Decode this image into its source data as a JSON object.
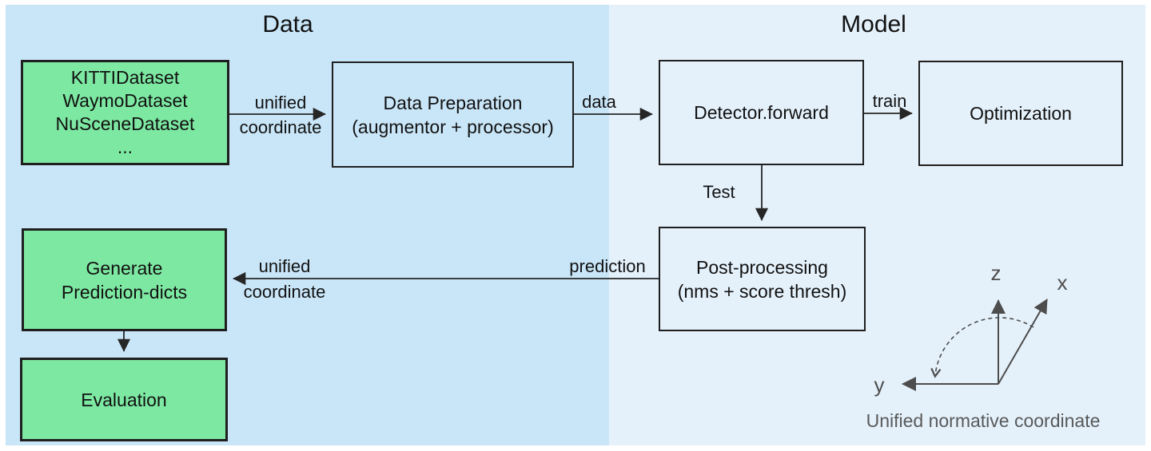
{
  "titles": {
    "data": "Data",
    "model": "Model"
  },
  "nodes": {
    "datasets": {
      "lines": [
        "KITTIDataset",
        "WaymoDataset",
        "NuSceneDataset",
        "..."
      ]
    },
    "data_preparation": {
      "lines": [
        "Data Preparation",
        "(augmentor + processor)"
      ]
    },
    "detector_forward": {
      "label": "Detector.forward"
    },
    "optimization": {
      "label": "Optimization"
    },
    "post_processing": {
      "lines": [
        "Post-processing",
        "(nms + score thresh)"
      ]
    },
    "generate_prediction_dicts": {
      "lines": [
        "Generate",
        "Prediction-dicts"
      ]
    },
    "evaluation": {
      "label": "Evaluation"
    }
  },
  "edges": {
    "datasets_to_prep": {
      "label_top": "unified",
      "label_bottom": "coordinate"
    },
    "prep_to_detector": {
      "label": "data"
    },
    "detector_to_optimization": {
      "label": "train"
    },
    "detector_to_postprocessing": {
      "label": "Test"
    },
    "postprocessing_to_generate": {
      "label_near_source": "prediction",
      "label_top": "unified",
      "label_bottom": "coordinate"
    }
  },
  "axes_legend": {
    "z": "z",
    "x": "x",
    "y": "y",
    "caption": "Unified normative coordinate"
  },
  "colors": {
    "panel_left": "#C9E6F8",
    "panel_right": "#E4F1FB",
    "node_green": "#7DE8A2",
    "border_dark": "#1F1F1F",
    "edge_dark": "#262626",
    "axis_gray": "#4D4D4D",
    "caption_gray": "#595959"
  }
}
